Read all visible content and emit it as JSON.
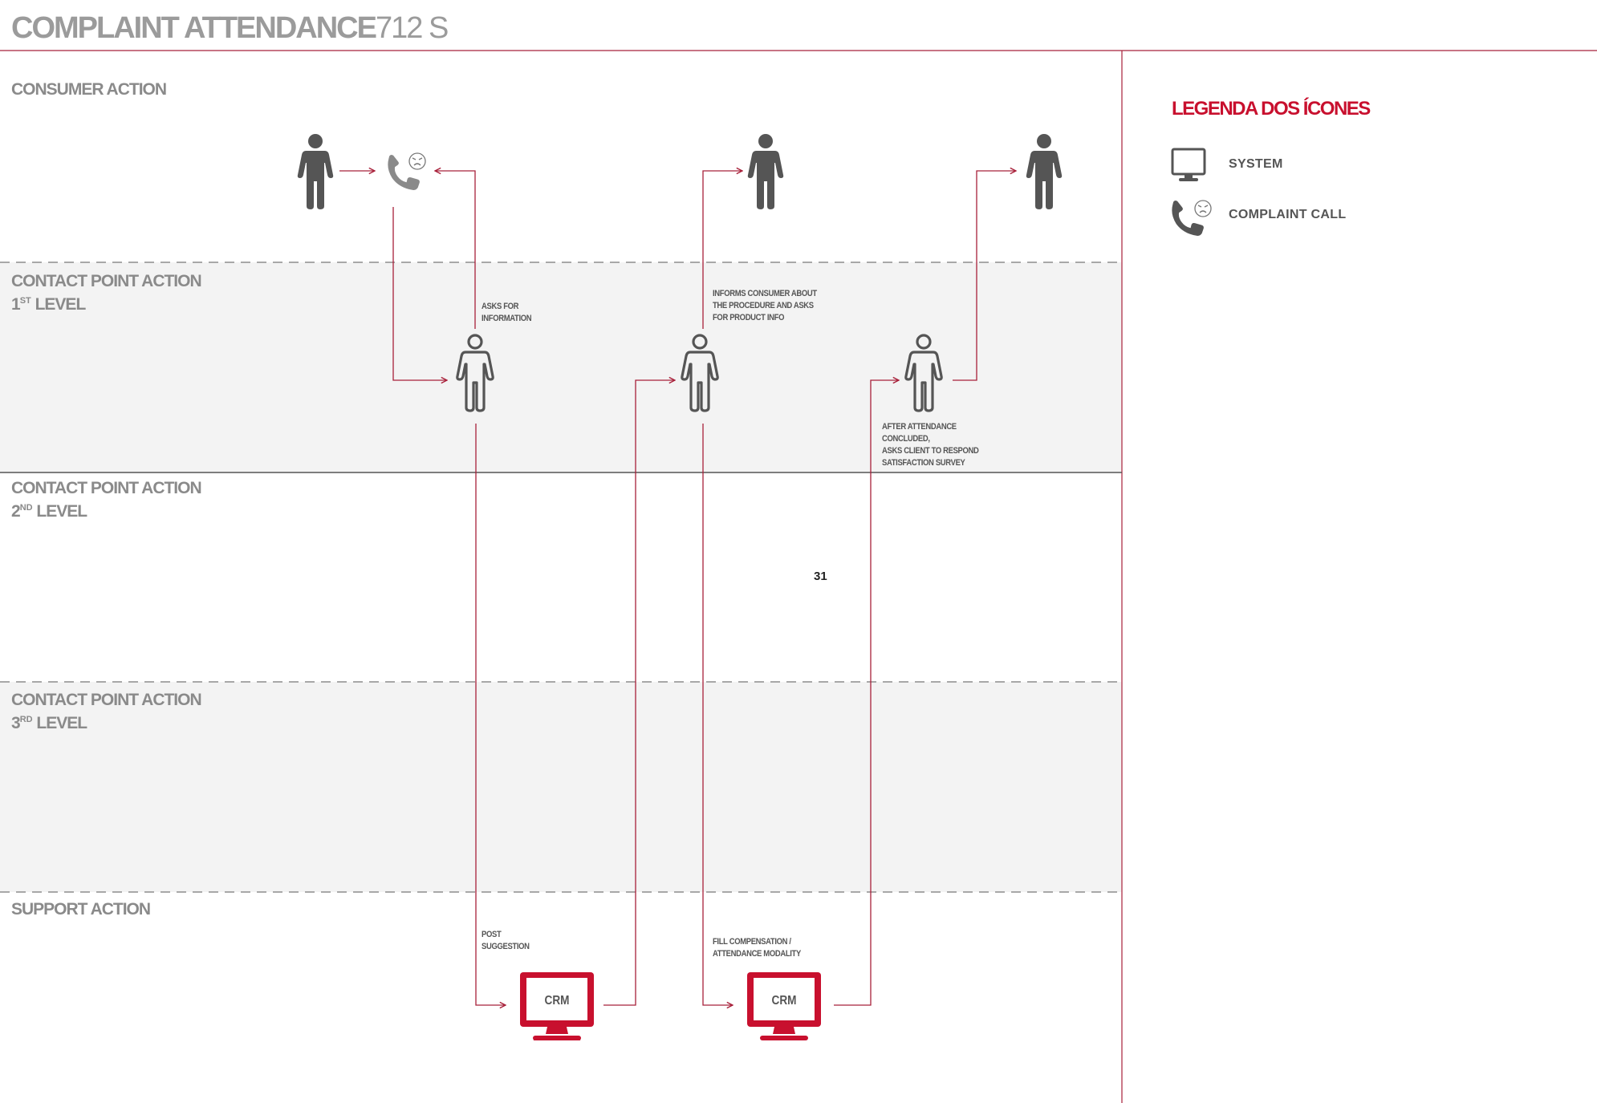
{
  "header": {
    "title": "COMPLAINT ATTENDANCE",
    "code": "712 S"
  },
  "lanes": [
    {
      "label": "CONSUMER ACTION"
    },
    {
      "label": "CONTACT POINT ACTION",
      "level_num": "1",
      "level_sup": "ST",
      "level_word": "LEVEL"
    },
    {
      "label": "CONTACT POINT ACTION",
      "level_num": "2",
      "level_sup": "ND",
      "level_word": "LEVEL"
    },
    {
      "label": "CONTACT POINT ACTION",
      "level_num": "3",
      "level_sup": "RD",
      "level_word": "LEVEL"
    },
    {
      "label": "SUPPORT ACTION"
    }
  ],
  "notes": {
    "asks_info": "ASKS FOR\nINFORMATION",
    "informs": "INFORMS CONSUMER ABOUT\nTHE PROCEDURE AND ASKS\nFOR PRODUCT INFO",
    "after": "AFTER ATTENDANCE CONCLUDED,\nASKS CLIENT TO RESPOND\nSATISFACTION SURVEY",
    "post": "POST\nSUGGESTION",
    "fill": "FILL COMPENSATION /\nATTENDANCE MODALITY"
  },
  "systems": [
    {
      "label": "CRM"
    },
    {
      "label": "CRM"
    }
  ],
  "legend": {
    "title": "LEGENDA DOS  ÍCONES",
    "items": [
      {
        "icon": "monitor-icon",
        "label": "SYSTEM"
      },
      {
        "icon": "complaint-call-icon",
        "label": "COMPLAINT CALL"
      }
    ]
  },
  "page_number": "31",
  "colors": {
    "accent": "#c8102e",
    "connector": "#a8203a",
    "icon_dark": "#555555",
    "label_gray": "#8a8a8a",
    "lane_shade": "#f3f3f3"
  }
}
